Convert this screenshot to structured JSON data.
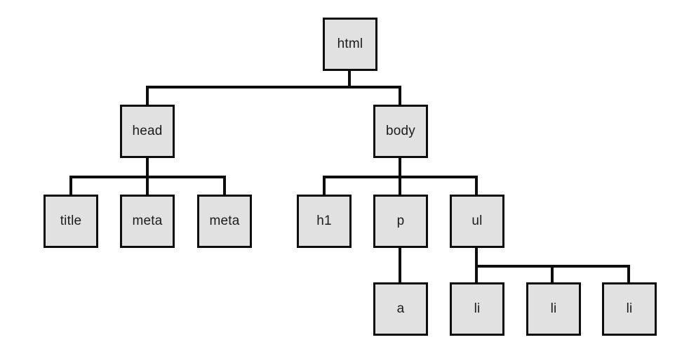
{
  "diagram": {
    "type": "dom-tree",
    "background_color": "#ffffff",
    "node_fill_color": "#e1e1e1",
    "node_border_color": "#0d0d0d",
    "line_color": "#0d0d0d",
    "text_color": "#1c1c1c",
    "nodes": {
      "html": {
        "label": "html"
      },
      "head": {
        "label": "head"
      },
      "body": {
        "label": "body"
      },
      "title": {
        "label": "title"
      },
      "meta1": {
        "label": "meta"
      },
      "meta2": {
        "label": "meta"
      },
      "h1": {
        "label": "h1"
      },
      "p": {
        "label": "p"
      },
      "ul": {
        "label": "ul"
      },
      "a": {
        "label": "a"
      },
      "li1": {
        "label": "li"
      },
      "li2": {
        "label": "li"
      },
      "li3": {
        "label": "li"
      }
    },
    "edges": [
      {
        "from": "html",
        "to": "head"
      },
      {
        "from": "html",
        "to": "body"
      },
      {
        "from": "head",
        "to": "title"
      },
      {
        "from": "head",
        "to": "meta1"
      },
      {
        "from": "head",
        "to": "meta2"
      },
      {
        "from": "body",
        "to": "h1"
      },
      {
        "from": "body",
        "to": "p"
      },
      {
        "from": "body",
        "to": "ul"
      },
      {
        "from": "p",
        "to": "a"
      },
      {
        "from": "ul",
        "to": "li1"
      },
      {
        "from": "ul",
        "to": "li2"
      },
      {
        "from": "ul",
        "to": "li3"
      }
    ]
  }
}
